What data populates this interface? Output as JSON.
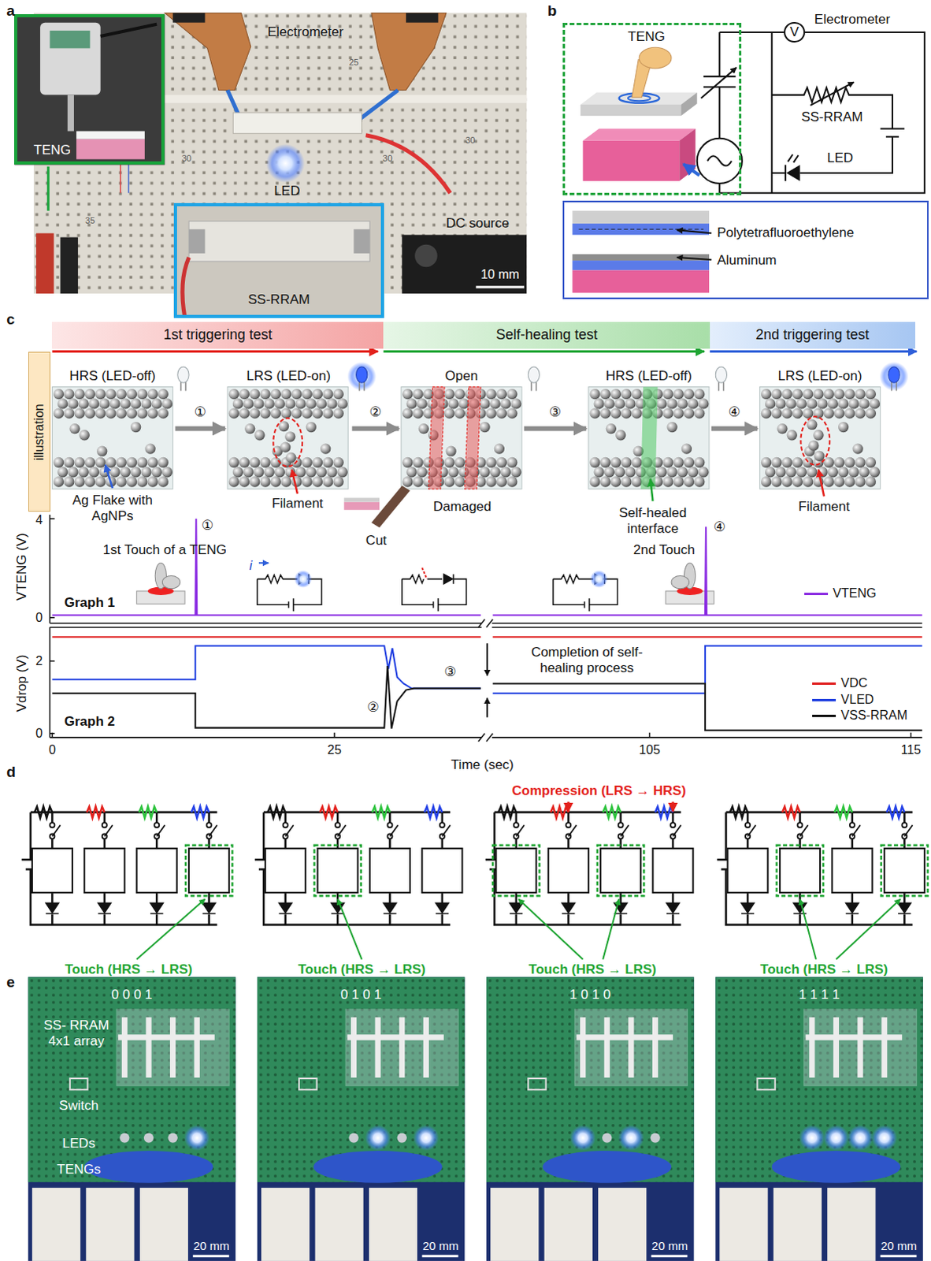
{
  "diagram": {
    "nodes": [
      {
        "text": [
          "TENG"
        ]
      },
      {
        "text": [
          "SS-RRAM"
        ]
      },
      {
        "text": [
          "TENG"
        ]
      },
      {
        "text": [
          "V",
          "Electrometer"
        ]
      },
      {
        "text": [
          "Polytetrafluoroethylene",
          "Aluminum"
        ]
      },
      {
        "text": [
          "1st triggering test"
        ]
      },
      {
        "text": [
          "Self-healing test"
        ]
      },
      {
        "text": [
          "2nd triggering test"
        ]
      },
      {
        "text": [
          "illustration"
        ]
      },
      {
        "text": [
          "HRS (LED-off)"
        ]
      },
      {
        "text": [
          "LRS (LED-on)"
        ]
      },
      {
        "text": [
          "Open"
        ]
      },
      {
        "text": [
          "HRS (LED-off)"
        ]
      },
      {
        "text": [
          "LRS (LED-on)"
        ]
      }
    ],
    "edges": [
      {
        "from": 9,
        "to": 10,
        "label": "①",
        "arrow": "to"
      },
      {
        "from": 10,
        "to": 11,
        "label": "②",
        "arrow": "to"
      },
      {
        "from": 11,
        "to": 12,
        "label": "③",
        "arrow": "to"
      },
      {
        "from": 12,
        "to": 13,
        "label": "④",
        "arrow": "to"
      }
    ],
    "labels": [
      "a",
      "Electrometer",
      "LED",
      "DC source",
      "10 mm",
      "b",
      "SS-RRAM",
      "LED",
      "c",
      "Ag Flake with AgNPs",
      "Filament",
      "Cut",
      "Damaged",
      "Self-healed interface",
      "Filament",
      "4",
      "0",
      "VTENG (V)",
      "1st Touch of a TENG",
      "①",
      "2nd Touch",
      "④",
      "Graph 1",
      "2",
      "0",
      "Vdrop (V)",
      "Completion of self-healing process",
      "②",
      "③",
      "Graph 2",
      "0",
      "25",
      "105",
      "115",
      "Time (sec)",
      "d",
      "Compression (LRS → HRS)",
      "Touch (HRS → LRS)",
      "Touch (HRS → LRS)",
      "Touch (HRS → LRS)",
      "Touch (HRS → LRS)",
      "e",
      "0 0 0 1",
      "0 1 0 1",
      "1 0 1 0",
      "1 1 1 1",
      "SS- RRAM 4x1 array",
      "Switch",
      "LEDs",
      "TENGs",
      "20 mm",
      "20 mm",
      "20 mm",
      "20 mm",
      "i",
      "25",
      "30",
      "30",
      "35",
      "30"
    ],
    "legend": [
      {
        "text": "VTENG"
      },
      {
        "text": "VDC"
      },
      {
        "text": "VLED"
      },
      {
        "text": "VSS-RRAM"
      }
    ]
  }
}
